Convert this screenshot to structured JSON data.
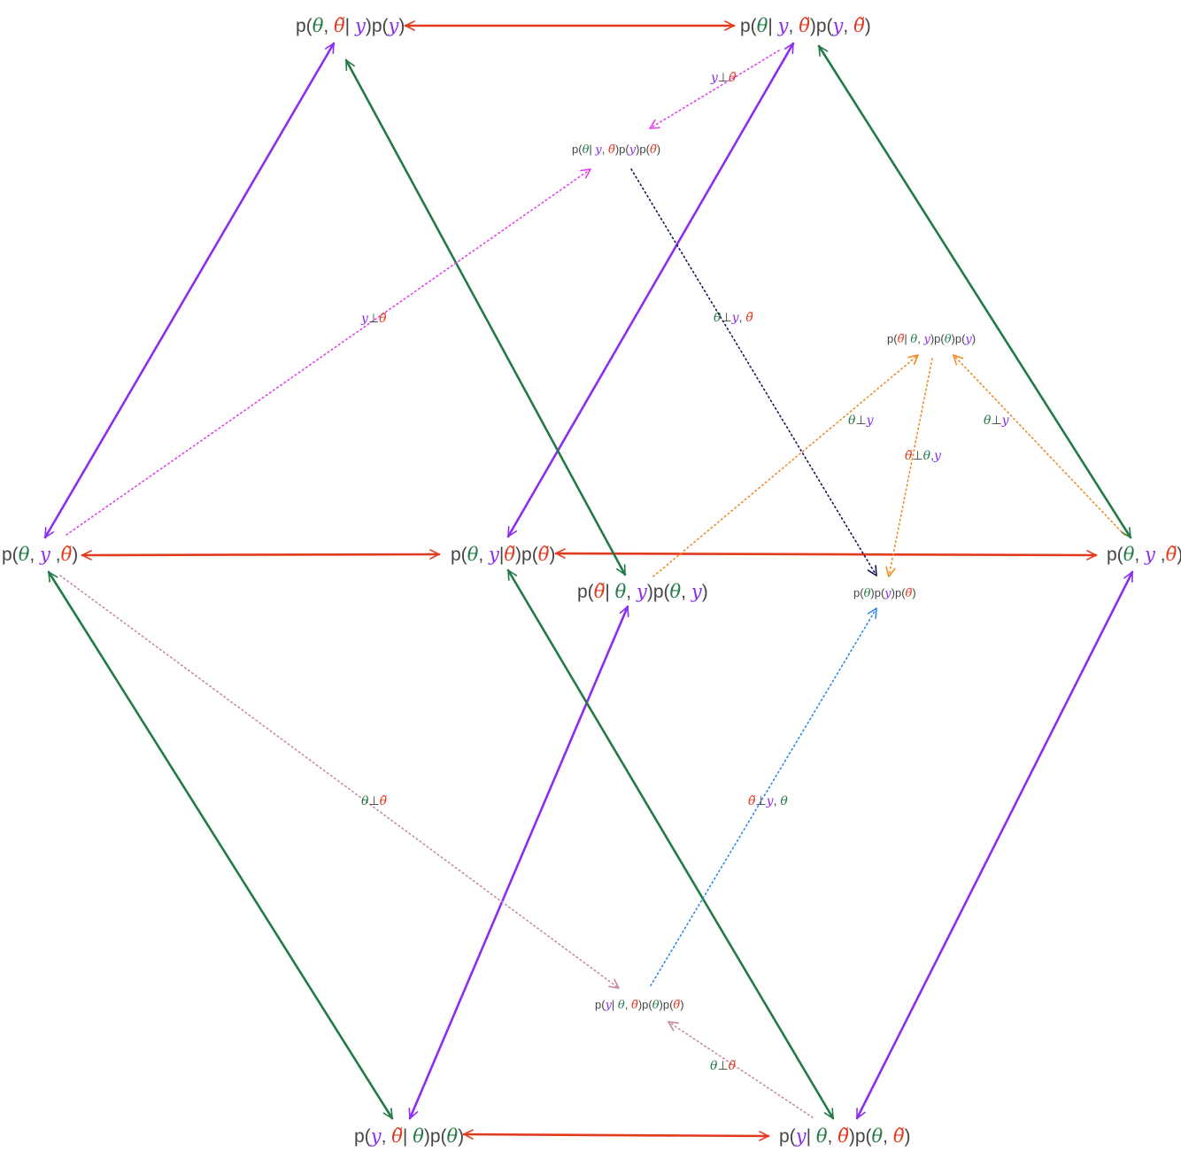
{
  "colors": {
    "green": "#237a47",
    "purple": "#8b2ef0",
    "red": "#e23a1e",
    "text": "#454545",
    "magenta": "#e23ef0",
    "orange": "#f08a24",
    "navy": "#14145a",
    "mauve": "#c48a9b",
    "blue": "#2e86ef"
  },
  "nodes": [
    {
      "id": "n_top_left",
      "segments": [
        {
          "t": "p(",
          "c": "dark"
        },
        {
          "t": "θ",
          "c": "green",
          "m": true
        },
        {
          "t": ", ",
          "c": "dark"
        },
        {
          "t": "θ̃",
          "c": "red",
          "m": true
        },
        {
          "t": "| ",
          "c": "dark"
        },
        {
          "t": "y",
          "c": "purple",
          "m": true
        },
        {
          "t": ")p(",
          "c": "dark"
        },
        {
          "t": "y",
          "c": "purple",
          "m": true
        },
        {
          "t": ")",
          "c": "dark"
        }
      ]
    },
    {
      "id": "n_top_right",
      "segments": [
        {
          "t": "p(",
          "c": "dark"
        },
        {
          "t": "θ",
          "c": "green",
          "m": true
        },
        {
          "t": "| ",
          "c": "dark"
        },
        {
          "t": "y",
          "c": "purple",
          "m": true
        },
        {
          "t": ", ",
          "c": "dark"
        },
        {
          "t": "θ̃",
          "c": "red",
          "m": true
        },
        {
          "t": ")p(",
          "c": "dark"
        },
        {
          "t": "y",
          "c": "purple",
          "m": true
        },
        {
          "t": ", ",
          "c": "dark"
        },
        {
          "t": "θ̃",
          "c": "red",
          "m": true
        },
        {
          "t": ")",
          "c": "dark"
        }
      ]
    },
    {
      "id": "n_mid_left",
      "segments": [
        {
          "t": "p(",
          "c": "dark"
        },
        {
          "t": "θ",
          "c": "green",
          "m": true
        },
        {
          "t": ", ",
          "c": "dark"
        },
        {
          "t": "y",
          "c": "purple",
          "m": true
        },
        {
          "t": " ,",
          "c": "dark"
        },
        {
          "t": "θ̃",
          "c": "red",
          "m": true
        },
        {
          "t": ")",
          "c": "dark"
        }
      ]
    },
    {
      "id": "n_mid_center",
      "segments": [
        {
          "t": "p(",
          "c": "dark"
        },
        {
          "t": "θ",
          "c": "green",
          "m": true
        },
        {
          "t": ", ",
          "c": "dark"
        },
        {
          "t": "y",
          "c": "purple",
          "m": true
        },
        {
          "t": "|",
          "c": "dark"
        },
        {
          "t": "θ̃",
          "c": "red",
          "m": true
        },
        {
          "t": ")p(",
          "c": "dark"
        },
        {
          "t": "θ̃",
          "c": "red",
          "m": true
        },
        {
          "t": ")",
          "c": "dark"
        }
      ]
    },
    {
      "id": "n_mid_right",
      "segments": [
        {
          "t": "p(",
          "c": "dark"
        },
        {
          "t": "θ",
          "c": "green",
          "m": true
        },
        {
          "t": ", ",
          "c": "dark"
        },
        {
          "t": "y",
          "c": "purple",
          "m": true
        },
        {
          "t": " ,",
          "c": "dark"
        },
        {
          "t": "θ̃",
          "c": "red",
          "m": true
        },
        {
          "t": ")",
          "c": "dark"
        }
      ]
    },
    {
      "id": "n_mid_lower",
      "segments": [
        {
          "t": "p(",
          "c": "dark"
        },
        {
          "t": "θ̃",
          "c": "red",
          "m": true
        },
        {
          "t": "| ",
          "c": "dark"
        },
        {
          "t": "θ",
          "c": "green",
          "m": true
        },
        {
          "t": ", ",
          "c": "dark"
        },
        {
          "t": "y",
          "c": "purple",
          "m": true
        },
        {
          "t": ")p(",
          "c": "dark"
        },
        {
          "t": "θ",
          "c": "green",
          "m": true
        },
        {
          "t": ", ",
          "c": "dark"
        },
        {
          "t": "y",
          "c": "purple",
          "m": true
        },
        {
          "t": ")",
          "c": "dark"
        }
      ]
    },
    {
      "id": "n_bot_left",
      "segments": [
        {
          "t": "p(",
          "c": "dark"
        },
        {
          "t": "y",
          "c": "purple",
          "m": true
        },
        {
          "t": ", ",
          "c": "dark"
        },
        {
          "t": "θ̃",
          "c": "red",
          "m": true
        },
        {
          "t": "| ",
          "c": "dark"
        },
        {
          "t": "θ",
          "c": "green",
          "m": true
        },
        {
          "t": ")p(",
          "c": "dark"
        },
        {
          "t": "θ",
          "c": "green",
          "m": true
        },
        {
          "t": ")",
          "c": "dark"
        }
      ]
    },
    {
      "id": "n_bot_right",
      "segments": [
        {
          "t": "p(",
          "c": "dark"
        },
        {
          "t": "y",
          "c": "purple",
          "m": true
        },
        {
          "t": "| ",
          "c": "dark"
        },
        {
          "t": "θ",
          "c": "green",
          "m": true
        },
        {
          "t": ", ",
          "c": "dark"
        },
        {
          "t": "θ̃",
          "c": "red",
          "m": true
        },
        {
          "t": ")p(",
          "c": "dark"
        },
        {
          "t": "θ",
          "c": "green",
          "m": true
        },
        {
          "t": ", ",
          "c": "dark"
        },
        {
          "t": "θ̃",
          "c": "red",
          "m": true
        },
        {
          "t": ")",
          "c": "dark"
        }
      ]
    },
    {
      "id": "n_small_top",
      "segments": [
        {
          "t": "p(",
          "c": "dark"
        },
        {
          "t": "θ",
          "c": "green",
          "m": true
        },
        {
          "t": "| ",
          "c": "dark"
        },
        {
          "t": "y",
          "c": "purple",
          "m": true
        },
        {
          "t": ", ",
          "c": "dark"
        },
        {
          "t": "θ̃",
          "c": "red",
          "m": true
        },
        {
          "t": ")p(",
          "c": "dark"
        },
        {
          "t": "y",
          "c": "purple",
          "m": true
        },
        {
          "t": ")p(",
          "c": "dark"
        },
        {
          "t": "θ̃",
          "c": "red",
          "m": true
        },
        {
          "t": ")",
          "c": "dark"
        }
      ]
    },
    {
      "id": "n_small_right",
      "segments": [
        {
          "t": "p(",
          "c": "dark"
        },
        {
          "t": "θ̃",
          "c": "red",
          "m": true
        },
        {
          "t": "| ",
          "c": "dark"
        },
        {
          "t": "θ",
          "c": "green",
          "m": true
        },
        {
          "t": ", ",
          "c": "dark"
        },
        {
          "t": "y",
          "c": "purple",
          "m": true
        },
        {
          "t": ")p(",
          "c": "dark"
        },
        {
          "t": "θ",
          "c": "green",
          "m": true
        },
        {
          "t": ")p(",
          "c": "dark"
        },
        {
          "t": "y",
          "c": "purple",
          "m": true
        },
        {
          "t": ")",
          "c": "dark"
        }
      ]
    },
    {
      "id": "n_small_center",
      "segments": [
        {
          "t": "p(",
          "c": "dark"
        },
        {
          "t": "θ",
          "c": "green",
          "m": true
        },
        {
          "t": ")p(",
          "c": "dark"
        },
        {
          "t": "y",
          "c": "purple",
          "m": true
        },
        {
          "t": ")p(",
          "c": "dark"
        },
        {
          "t": "θ̃",
          "c": "red",
          "m": true
        },
        {
          "t": ")",
          "c": "dark"
        }
      ]
    },
    {
      "id": "n_small_bottom",
      "segments": [
        {
          "t": "p(",
          "c": "dark"
        },
        {
          "t": "y",
          "c": "purple",
          "m": true
        },
        {
          "t": "| ",
          "c": "dark"
        },
        {
          "t": "θ",
          "c": "green",
          "m": true
        },
        {
          "t": ", ",
          "c": "dark"
        },
        {
          "t": "θ̃",
          "c": "red",
          "m": true
        },
        {
          "t": ")p(",
          "c": "dark"
        },
        {
          "t": "θ",
          "c": "green",
          "m": true
        },
        {
          "t": ")p(",
          "c": "dark"
        },
        {
          "t": "θ̃",
          "c": "red",
          "m": true
        },
        {
          "t": ")",
          "c": "dark"
        }
      ]
    }
  ],
  "independence_labels": [
    {
      "id": "ind_top",
      "segments": [
        {
          "t": "y",
          "c": "purple",
          "m": true
        },
        {
          "t": "⊥",
          "c": "plain"
        },
        {
          "t": "θ̃",
          "c": "red",
          "m": true
        }
      ]
    },
    {
      "id": "ind_left_upper",
      "segments": [
        {
          "t": "y",
          "c": "purple",
          "m": true
        },
        {
          "t": "⊥",
          "c": "plain"
        },
        {
          "t": "θ̃",
          "c": "red",
          "m": true
        }
      ]
    },
    {
      "id": "ind_center",
      "segments": [
        {
          "t": "θ",
          "c": "green",
          "m": true
        },
        {
          "t": "⊥",
          "c": "plain"
        },
        {
          "t": "y",
          "c": "purple",
          "m": true
        },
        {
          "t": ", ",
          "c": "plain"
        },
        {
          "t": "θ̃",
          "c": "red",
          "m": true
        }
      ]
    },
    {
      "id": "ind_right_a",
      "segments": [
        {
          "t": "θ",
          "c": "green",
          "m": true
        },
        {
          "t": "⊥",
          "c": "plain"
        },
        {
          "t": "y",
          "c": "purple",
          "m": true
        }
      ]
    },
    {
      "id": "ind_right_b",
      "segments": [
        {
          "t": "θ",
          "c": "green",
          "m": true
        },
        {
          "t": "⊥",
          "c": "plain"
        },
        {
          "t": "y",
          "c": "purple",
          "m": true
        }
      ]
    },
    {
      "id": "ind_right_c",
      "segments": [
        {
          "t": "θ̃",
          "c": "red",
          "m": true
        },
        {
          "t": "⊥",
          "c": "plain"
        },
        {
          "t": "θ",
          "c": "green",
          "m": true
        },
        {
          "t": ",",
          "c": "plain"
        },
        {
          "t": "y",
          "c": "purple",
          "m": true
        }
      ]
    },
    {
      "id": "ind_left_lower",
      "segments": [
        {
          "t": "θ",
          "c": "green",
          "m": true
        },
        {
          "t": "⊥",
          "c": "plain"
        },
        {
          "t": "θ̃",
          "c": "red",
          "m": true
        }
      ]
    },
    {
      "id": "ind_lower_right",
      "segments": [
        {
          "t": "θ̃",
          "c": "red",
          "m": true
        },
        {
          "t": "⊥",
          "c": "plain"
        },
        {
          "t": "y",
          "c": "purple",
          "m": true
        },
        {
          "t": ", ",
          "c": "plain"
        },
        {
          "t": "θ",
          "c": "green",
          "m": true
        }
      ]
    },
    {
      "id": "ind_bottom",
      "segments": [
        {
          "t": "θ",
          "c": "green",
          "m": true
        },
        {
          "t": "⊥",
          "c": "plain"
        },
        {
          "t": "θ̃",
          "c": "red",
          "m": true
        }
      ]
    }
  ],
  "edges": [
    {
      "id": "e_top",
      "from": "n_top_left",
      "to": "n_top_right",
      "color": "red",
      "style": "solid",
      "heads": "both"
    },
    {
      "id": "e_mid_left",
      "from": "n_mid_left",
      "to": "n_mid_center",
      "color": "red",
      "style": "solid",
      "heads": "both"
    },
    {
      "id": "e_mid_right",
      "from": "n_mid_center",
      "to": "n_mid_right",
      "color": "red",
      "style": "solid",
      "heads": "both"
    },
    {
      "id": "e_bottom",
      "from": "n_bot_left",
      "to": "n_bot_right",
      "color": "red",
      "style": "solid",
      "heads": "both"
    },
    {
      "id": "e_p1",
      "from": "n_top_left",
      "to": "n_mid_left",
      "color": "purple",
      "style": "solid",
      "heads": "both"
    },
    {
      "id": "e_p2",
      "from": "n_top_right",
      "to": "n_mid_center",
      "color": "purple",
      "style": "solid",
      "heads": "both"
    },
    {
      "id": "e_p3",
      "from": "n_mid_lower",
      "to": "n_bot_left",
      "color": "purple",
      "style": "solid",
      "heads": "both"
    },
    {
      "id": "e_p4",
      "from": "n_mid_right",
      "to": "n_bot_right",
      "color": "purple",
      "style": "solid",
      "heads": "both"
    },
    {
      "id": "e_g1",
      "from": "n_top_left",
      "to": "n_mid_lower",
      "color": "green",
      "style": "solid",
      "heads": "both"
    },
    {
      "id": "e_g2",
      "from": "n_top_right",
      "to": "n_mid_right",
      "color": "green",
      "style": "solid",
      "heads": "both"
    },
    {
      "id": "e_g3",
      "from": "n_mid_left",
      "to": "n_bot_left",
      "color": "green",
      "style": "solid",
      "heads": "both"
    },
    {
      "id": "e_g4",
      "from": "n_mid_center",
      "to": "n_bot_right",
      "color": "green",
      "style": "solid",
      "heads": "both"
    },
    {
      "id": "d_magenta_1",
      "from": "n_top_right",
      "to": "n_small_top",
      "color": "magenta",
      "style": "dotted",
      "heads": "end"
    },
    {
      "id": "d_magenta_2",
      "from": "n_mid_left",
      "to": "n_small_top",
      "color": "magenta",
      "style": "dotted",
      "heads": "end"
    },
    {
      "id": "d_navy",
      "from": "n_small_top",
      "to": "n_small_center",
      "color": "navy",
      "style": "dotted",
      "heads": "end"
    },
    {
      "id": "d_orange_1",
      "from": "n_mid_lower",
      "to": "n_small_right",
      "color": "orange",
      "style": "dotted",
      "heads": "end"
    },
    {
      "id": "d_orange_2",
      "from": "n_mid_right",
      "to": "n_small_right",
      "color": "orange",
      "style": "dotted",
      "heads": "end"
    },
    {
      "id": "d_orange_3",
      "from": "n_small_right",
      "to": "n_small_center",
      "color": "orange",
      "style": "dotted",
      "heads": "end"
    },
    {
      "id": "d_mauve_1",
      "from": "n_mid_left",
      "to": "n_small_bottom",
      "color": "mauve",
      "style": "dotted",
      "heads": "end"
    },
    {
      "id": "d_mauve_2",
      "from": "n_bot_right",
      "to": "n_small_bottom",
      "color": "mauve",
      "style": "dotted",
      "heads": "end"
    },
    {
      "id": "d_blue",
      "from": "n_small_bottom",
      "to": "n_small_center",
      "color": "blue",
      "style": "dotted",
      "heads": "end"
    }
  ]
}
